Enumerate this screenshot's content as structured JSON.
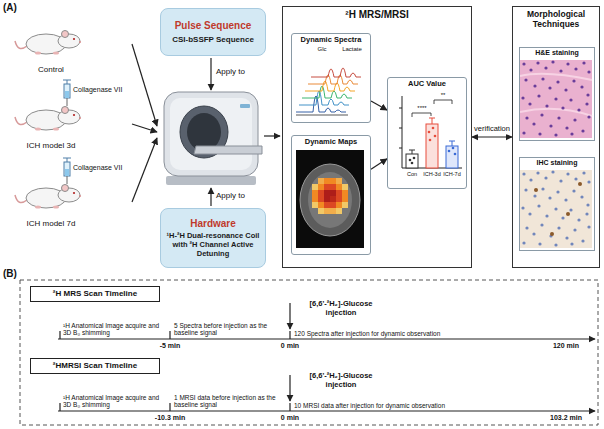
{
  "diagram": {
    "nodes": [
      {
        "text": [
          "Control"
        ]
      },
      {
        "text": [
          "ICH model 3d"
        ]
      },
      {
        "text": [
          "ICH model 7d"
        ]
      },
      {
        "text": [
          "Pulse Sequence",
          "CSI-bSSFP Sequence"
        ]
      },
      {
        "text": [
          "Hardware",
          "¹H-²H Dual-resonance Coil with ²H Channel Active Detuning"
        ]
      },
      {
        "text": [
          "²H MRS/MRSI"
        ]
      },
      {
        "text": [
          "Dynamic Spectra"
        ],
        "in": 5
      },
      {
        "text": [
          "Dynamic Maps"
        ],
        "in": 5
      },
      {
        "text": [
          "AUC Value"
        ],
        "in": 5
      },
      {
        "text": [
          "Morphological Techniques"
        ]
      },
      {
        "text": [
          "H&E staining"
        ],
        "in": 9
      },
      {
        "text": [
          "IHC staining"
        ],
        "in": 9
      },
      {
        "text": [
          "²H MRS Scan Timeline"
        ]
      },
      {
        "text": [
          "²HMRSI Scan Timeline"
        ]
      }
    ],
    "edges": [
      {
        "from": 6,
        "to": 8,
        "arrow": "to"
      },
      {
        "from": 7,
        "to": 8,
        "arrow": "to"
      },
      {
        "from": 5,
        "to": 9,
        "label": "verification",
        "arrow": "both"
      }
    ],
    "labels": [
      "(A)",
      "Collagenase VII",
      "Collagenase VII",
      "Apply to",
      "Apply to",
      "Glc",
      "Lactate",
      "****",
      "**",
      "Con",
      "ICH-3d",
      "ICH-7d",
      "(B)",
      "[6,6'-²H₂]-Glucose injection",
      "¹H Anatomical Image acquire and 3D B₀ shimming",
      "5 Spectra before injection as the baseline signal",
      "120 Spectra after injection for dynamic observation",
      "-5 min",
      "0 min",
      "120 min",
      "[6,6'-²H₂]-Glucose injection",
      "¹H Anatomical Image acquire and 3D B₀ shimming",
      "1 MRSI data before injection as the baseline signal",
      "10 MRSI data after injection for dynamic observation",
      "-10.3 min",
      "0 min",
      "103.2 min"
    ]
  }
}
